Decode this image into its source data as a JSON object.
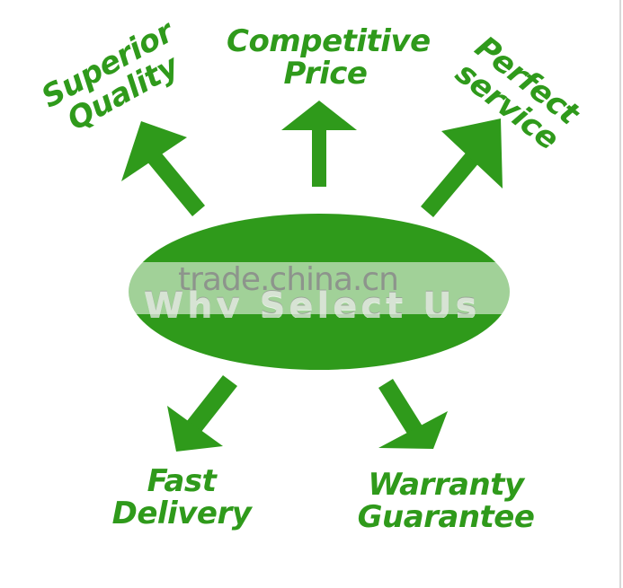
{
  "labels": {
    "superior_line1": "Superior",
    "superior_line2": "Quality",
    "price_line1": "Competitive",
    "price_line2": "Price",
    "perfect_line1": "Perfect",
    "perfect_line2": "service",
    "fast_line1": "Fast",
    "fast_line2": "Delivery",
    "warranty_line1": "Warranty",
    "warranty_line2": "Guarantee"
  },
  "center": {
    "text": "Why Select Us"
  },
  "watermark": "trade.china.cn",
  "colors": {
    "green": "#2f9a1b",
    "ellipse": "#2f9a1b"
  }
}
